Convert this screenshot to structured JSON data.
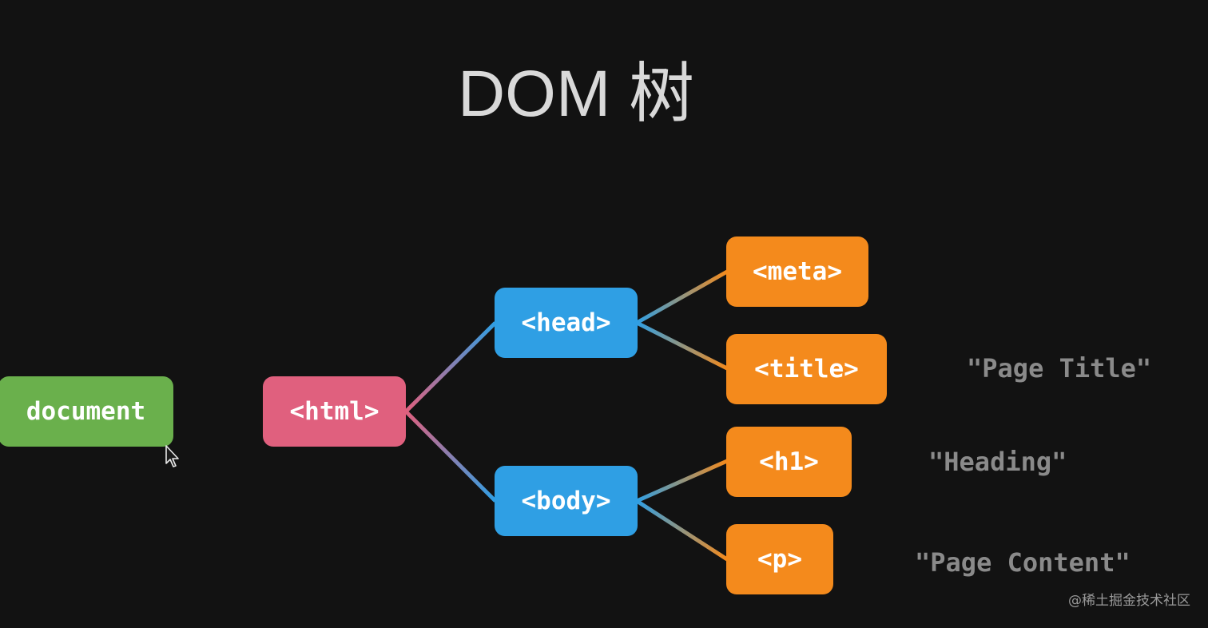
{
  "title": "DOM 树",
  "nodes": {
    "document": "document",
    "html": "<html>",
    "head": "<head>",
    "body": "<body>",
    "meta": "<meta>",
    "title_tag": "<title>",
    "h1": "<h1>",
    "p": "<p>"
  },
  "text_nodes": {
    "page_title": "\"Page Title\"",
    "heading": "\"Heading\"",
    "page_content": "\"Page Content\""
  },
  "watermark": "@稀土掘金技术社区",
  "colors": {
    "background": "#121212",
    "document": "#6ab04c",
    "html": "#e0607e",
    "head_body": "#2f9fe4",
    "leaf": "#f48a1c",
    "text_node": "#8a8a8a"
  },
  "icons": [
    "mouse-cursor-icon"
  ]
}
